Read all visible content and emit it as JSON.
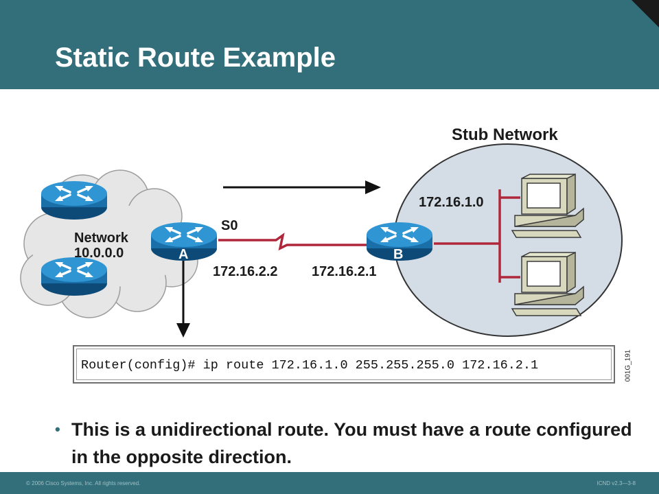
{
  "slide": {
    "title": "Static Route Example",
    "bullet": "This is a unidirectional route. You must have a route configured in the opposite direction.",
    "footer_left": "© 2006 Cisco Systems, Inc. All rights reserved.",
    "footer_right": "ICND v2.3—3-8"
  },
  "diagram": {
    "stub_network_label": "Stub Network",
    "network_label_line1": "Network",
    "network_label_line2": "10.0.0.0",
    "router_a_label": "A",
    "router_b_label": "B",
    "interface_label": "S0",
    "ip_a": "172.16.2.2",
    "ip_b": "172.16.2.1",
    "stub_subnet": "172.16.1.0",
    "command": "Router(config)# ip route 172.16.1.0 255.255.255.0 172.16.2.1",
    "figure_id": "001G_191"
  },
  "colors": {
    "header_bg": "#336f7a",
    "router_blue": "#1e7fb8",
    "link_red": "#b0263a",
    "stub_bg": "#d4dde6",
    "cloud_bg": "#e6e6e6"
  },
  "icons": [
    "router-icon",
    "computer-icon",
    "cloud-shape",
    "arrow-icon"
  ]
}
